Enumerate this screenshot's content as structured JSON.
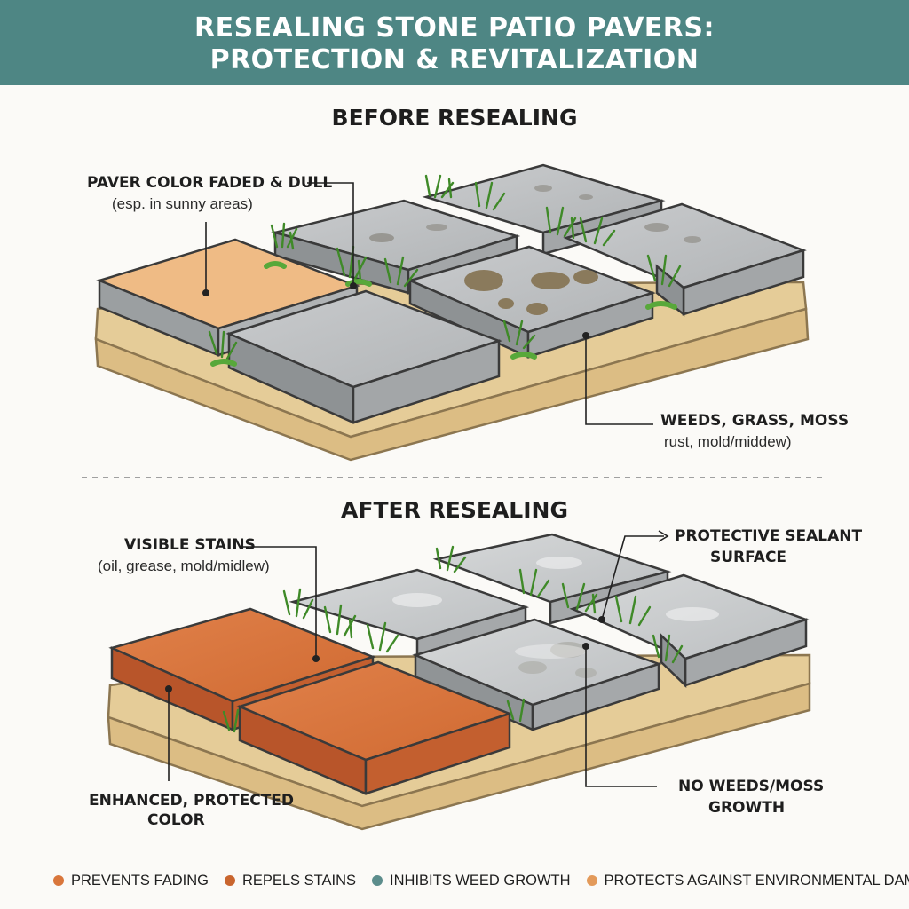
{
  "header": {
    "title_line1": "RESEALING STONE PATIO PAVERS:",
    "title_line2": "PROTECTION & REVITALIZATION"
  },
  "before": {
    "heading": "BEFORE RESEALING",
    "callout_faded_title": "PAVER COLOR FADED & DULL",
    "callout_faded_sub": "(esp. in sunny areas)",
    "callout_weeds_title": "WEEDS, GRASS, MOSS",
    "callout_weeds_sub": "rust, mold/middew)"
  },
  "after": {
    "heading": "AFTER RESEALING",
    "callout_stains_title": "VISIBLE STAINS",
    "callout_stains_sub": "(oil, grease, mold/midlew)",
    "callout_sealant_line1": "PROTECTIVE SEALANT",
    "callout_sealant_line2": "SURFACE",
    "callout_color_line1": "ENHANCED, PROTECTED",
    "callout_color_line2": "COLOR",
    "callout_noweeds_line1": "NO WEEDS/MOSS",
    "callout_noweeds_line2": "GROWTH"
  },
  "legend": [
    {
      "label": "PREVENTS FADING",
      "color": "#d9763b"
    },
    {
      "label": "REPELS STAINS",
      "color": "#c9652e"
    },
    {
      "label": "INHIBITS WEED GROWTH",
      "color": "#5c8d8c"
    },
    {
      "label": "PROTECTS AGAINST ENVIRONMENTAL DAMAGE",
      "color": "#e39a5a"
    }
  ],
  "colors": {
    "header_bg": "#4e8684",
    "sand": "#e4cb97",
    "faded_paver": "#efba84",
    "terracotta_paver": "#d9733a",
    "gray_paver": "#b9bcbe",
    "grass": "#4d9a2e"
  }
}
